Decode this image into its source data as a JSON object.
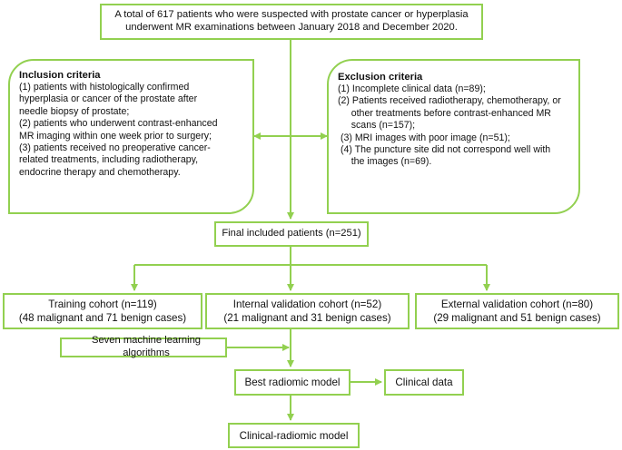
{
  "colors": {
    "box_border": "#92d050",
    "arrow": "#92d050",
    "text": "#111111"
  },
  "top": {
    "line1": "A total of 617 patients who were suspected with prostate cancer or hyperplasia",
    "line2": "underwent MR examinations between January 2018 and December 2020."
  },
  "inclusion": {
    "title": "Inclusion criteria",
    "lines": [
      "(1) patients with histologically confirmed",
      "hyperplasia or cancer of the prostate after",
      "needle biopsy of prostate;",
      "(2) patients who underwent contrast-enhanced",
      "MR imaging within one week prior to surgery;",
      "(3) patients received no preoperative cancer-",
      "related treatments, including radiotherapy,",
      "endocrine therapy and chemotherapy."
    ]
  },
  "exclusion": {
    "title": "Exclusion criteria",
    "lines": [
      "(1) Incomplete clinical data (n=89);",
      "(2) Patients received radiotherapy, chemotherapy, or",
      "     other treatments before contrast-enhanced MR",
      "     scans (n=157);",
      " (3) MRI images with poor image (n=51);",
      " (4) The puncture site did not correspond well with",
      "     the images (n=69)."
    ]
  },
  "final": "Final included patients (n=251)",
  "training": {
    "line1": "Training cohort (n=119)",
    "line2": "(48 malignant and 71 benign cases)"
  },
  "internal": {
    "line1": "Internal validation cohort (n=52)",
    "line2": "(21 malignant and 31 benign cases)"
  },
  "external": {
    "line1": "External validation cohort (n=80)",
    "line2": "(29 malignant and  51 benign cases)"
  },
  "ml": "Seven machine learning algorithms",
  "best": "Best radiomic model",
  "clinical": "Clinical data",
  "combined": "Clinical-radiomic model"
}
